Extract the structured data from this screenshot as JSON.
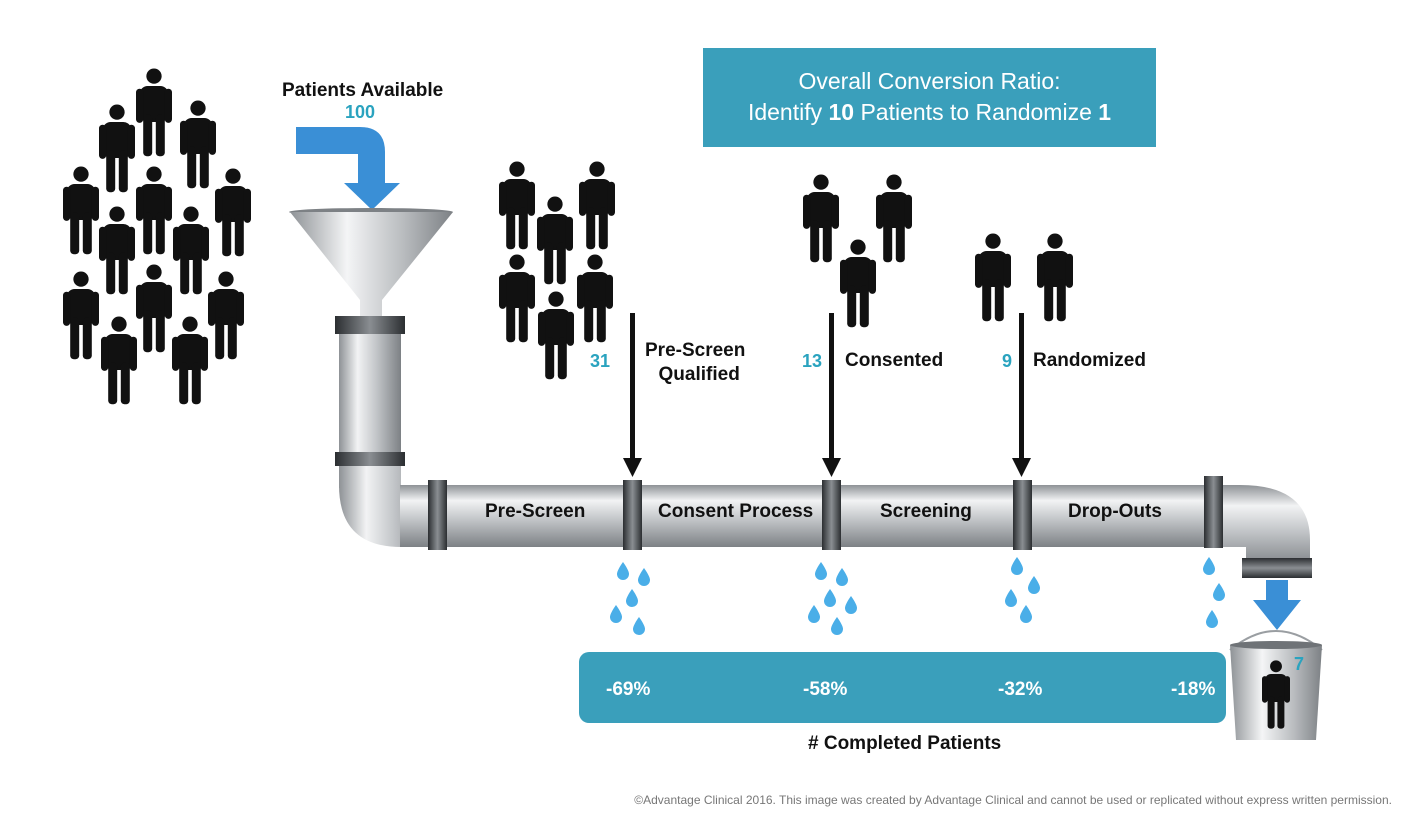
{
  "header": {
    "ratio_line1": "Overall Conversion Ratio:",
    "ratio_prefix": "Identify",
    "ratio_identify": "10",
    "ratio_middle": "Patients to Randomize",
    "ratio_randomize": "1"
  },
  "intake": {
    "label": "Patients Available",
    "count": "100"
  },
  "stages": [
    {
      "pipe_label": "Pre-Screen",
      "count": "31",
      "output_label_1": "Pre-Screen",
      "output_label_2": "Qualified",
      "drop_rate": "-69%"
    },
    {
      "pipe_label": "Consent Process",
      "count": "13",
      "output_label_1": "Consented",
      "output_label_2": "",
      "drop_rate": "-58%"
    },
    {
      "pipe_label": "Screening",
      "count": "9",
      "output_label_1": "Randomized",
      "output_label_2": "",
      "drop_rate": "-32%"
    },
    {
      "pipe_label": "Drop-Outs",
      "count": "",
      "output_label_1": "",
      "output_label_2": "",
      "drop_rate": "-18%"
    }
  ],
  "completed": {
    "label": "# Completed Patients",
    "count": "7"
  },
  "footer": {
    "copyright": "©Advantage Clinical 2016. This image was created by Advantage Clinical and cannot be used or replicated without express written permission."
  },
  "colors": {
    "accent": "#3a9fbb",
    "number": "#2aa3bf",
    "arrow": "#3a8fd6",
    "drop": "#4aaee8",
    "pipe": "#b9bcbf",
    "people": "#111111"
  },
  "icons": [
    "person-icon",
    "funnel-icon",
    "pipe-icon",
    "water-drop-icon",
    "down-arrow-icon",
    "bucket-icon"
  ]
}
